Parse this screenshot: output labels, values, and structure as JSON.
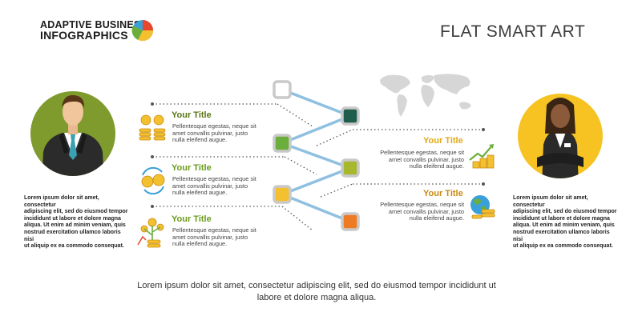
{
  "brand": {
    "line1": "ADAPTIVE BUSINESS",
    "line2": "INFOGRAPHICS"
  },
  "title": "FLAT SMART ART",
  "left_cards": [
    {
      "title": "Your Title",
      "text": [
        "Pellentesque egestas, neque sit",
        "amet convallis pulvinar, justo",
        "nulla eleifend augue."
      ],
      "icon": "coins-stack-icon",
      "title_color": "#5a7314"
    },
    {
      "title": "Your Title",
      "text": [
        "Pellentesque egestas, neque sit",
        "amet convallis pulvinar, justo",
        "nulla eleifend augue."
      ],
      "icon": "currency-exchange-icon",
      "title_color": "#6a9a1c"
    },
    {
      "title": "Your Title",
      "text": [
        "Pellentesque egestas, neque sit",
        "amet convallis pulvinar, justo",
        "nulla eleifend augue."
      ],
      "icon": "money-plant-icon",
      "title_color": "#6a9a1c"
    }
  ],
  "right_cards": [
    {
      "title": "Your Title",
      "text": [
        "Pellentesque egestas, neque sit",
        "amet convallis pulvinar, justo",
        "nulla eleifend augue."
      ],
      "icon": "growth-chart-icon",
      "title_color": "#e1a81a"
    },
    {
      "title": "Your Title",
      "text": [
        "Pellentesque egestas, neque sit",
        "amet convallis pulvinar, justo",
        "nulla eleifend augue."
      ],
      "icon": "globe-money-icon",
      "title_color": "#c98a14"
    }
  ],
  "left_person_text": [
    "Lorem ipsum dolor sit amet, consectetur",
    "adipiscing elit, sed do eiusmod tempor",
    "incididunt ut labore et dolore magna",
    "aliqua. Ut enim ad minim veniam, quis",
    "nostrud exercitation ullamco laboris nisi",
    "ut aliquip ex ea commodo consequat."
  ],
  "right_person_text": [
    "Lorem ipsum dolor sit amet, consectetur",
    "adipiscing elit, sed do eiusmod tempor",
    "incididunt ut labore et dolore magna",
    "aliqua. Ut enim ad minim veniam, quis",
    "nostrud exercitation ullamco laboris nisi",
    "ut aliquip ex ea commodo consequat."
  ],
  "footer": [
    "Lorem ipsum dolor sit amet, consectetur adipiscing elit, sed do eiusmod tempor incididunt ut",
    "labore et dolore magna aliqua."
  ],
  "colors": {
    "node_gray": "#ffffff",
    "node_dark_teal": "#1f5d4c",
    "node_green": "#6cae3c",
    "node_olive": "#a7b82e",
    "node_yellow": "#f3c02f",
    "node_orange": "#ee7a23",
    "connector": "#8fc0e0",
    "left_circle": "#7f9a2d",
    "right_circle": "#f6c323"
  }
}
